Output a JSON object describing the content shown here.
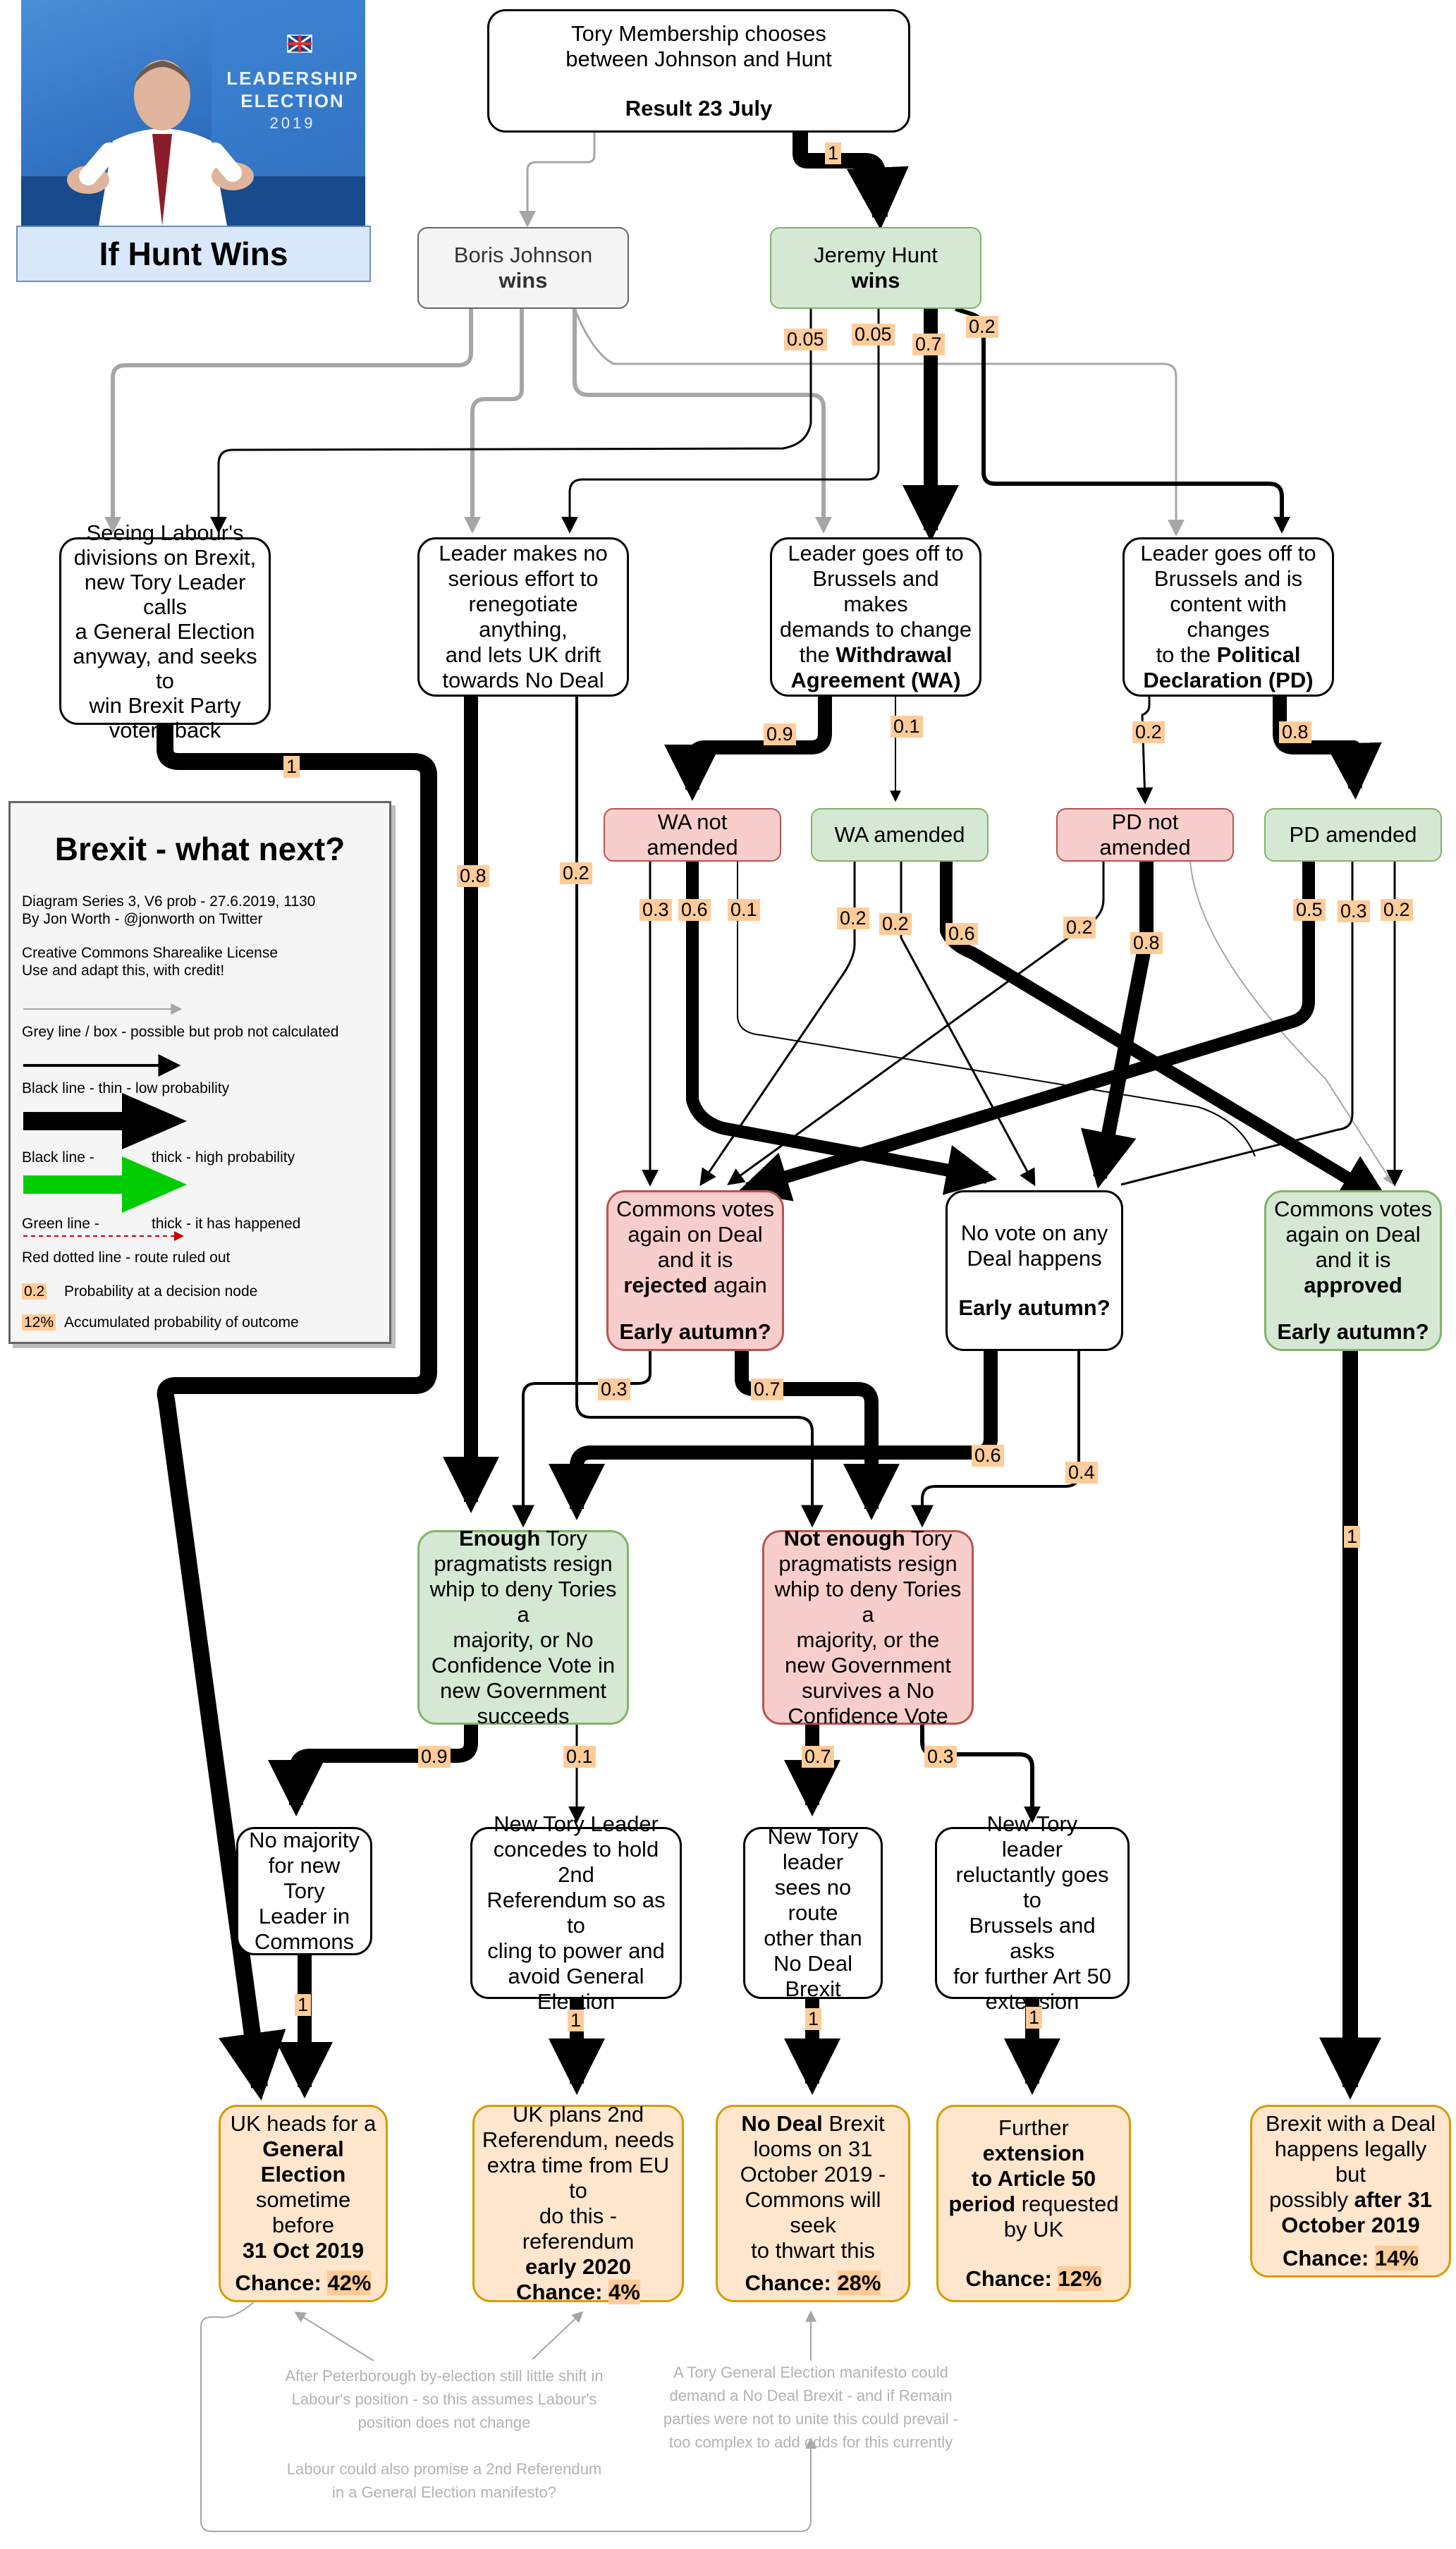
{
  "photo": {
    "sign_line1": "LEADERSHIP",
    "sign_line2": "ELECTION",
    "sign_line3": "2019",
    "caption": "If Hunt Wins"
  },
  "nodes": {
    "top": {
      "l1": "Tory Membership chooses",
      "l2": "between Johnson and Hunt",
      "l3": "Result 23 July"
    },
    "johnson": {
      "l1": "Boris Johnson",
      "l2": "wins"
    },
    "hunt": {
      "l1": "Jeremy Hunt",
      "l2": "wins"
    },
    "labour": {
      "l1": "Seeing Labour's",
      "l2": "divisions on Brexit,",
      "l3": "new Tory Leader calls",
      "l4": "a General Election",
      "l5": "anyway, and seeks to",
      "l6": "win Brexit Party",
      "l7": "voters back"
    },
    "drift": {
      "l1": "Leader makes no",
      "l2": "serious effort to",
      "l3": "renegotiate anything,",
      "l4": "and lets UK drift",
      "l5": "towards No Deal"
    },
    "wa_leader": {
      "l1": "Leader goes off to",
      "l2": "Brussels and makes",
      "l3": "demands to change",
      "l4a": "the ",
      "l4b": "Withdrawal",
      "l5": "Agreement (WA)"
    },
    "pd_leader": {
      "l1": "Leader goes off to",
      "l2": "Brussels and is",
      "l3": "content with changes",
      "l4a": "to the ",
      "l4b": "Political",
      "l5": "Declaration (PD)"
    },
    "wa_not": "WA not amended",
    "wa_amended": "WA amended",
    "pd_not": "PD not amended",
    "pd_amended": "PD amended",
    "rejected": {
      "l1": "Commons votes",
      "l2": "again on Deal",
      "l3": "and it is",
      "l4a": "rejected",
      "l4b": " again",
      "l5": "Early autumn?"
    },
    "novote": {
      "l1": "No vote on any",
      "l2": "Deal happens",
      "l3": "Early autumn?"
    },
    "approved": {
      "l1": "Commons votes",
      "l2": "again on Deal",
      "l3": "and it is",
      "l4": "approved",
      "l5": "Early autumn?"
    },
    "enough": {
      "l1a": "Enough",
      "l1b": " Tory",
      "l2": "pragmatists resign",
      "l3": "whip to deny Tories a",
      "l4": "majority, or No",
      "l5": "Confidence Vote in",
      "l6": "new Government",
      "l7": "succeeds"
    },
    "notenough": {
      "l1a": "Not enough",
      "l1b": " Tory",
      "l2": "pragmatists resign",
      "l3": "whip to deny Tories a",
      "l4": "majority, or the",
      "l5": "new Government",
      "l6": "survives a No",
      "l7": "Confidence Vote"
    },
    "nomajority": {
      "l1": "No majority",
      "l2": "for new Tory",
      "l3": "Leader in",
      "l4": "Commons"
    },
    "concedes": {
      "l1": "New Tory Leader",
      "l2": "concedes to hold 2nd",
      "l3": "Referendum so as to",
      "l4": "cling to power and",
      "l5": "avoid General",
      "l6": "Election"
    },
    "noroute": {
      "l1": "New Tory",
      "l2": "leader",
      "l3": "sees no route",
      "l4": "other than",
      "l5": "No Deal",
      "l6": "Brexit"
    },
    "extension_ask": {
      "l1": "New Tory",
      "l2": "leader",
      "l3": "reluctantly goes to",
      "l4": "Brussels and asks",
      "l5": "for further Art 50",
      "l6": "extension"
    }
  },
  "outcomes": {
    "ge": {
      "l1": "UK heads for a",
      "l2": "General",
      "l3": "Election",
      "l4": "sometime before",
      "l5": "31 Oct 2019",
      "chance_label": "Chance: ",
      "chance": "42%"
    },
    "ref": {
      "l1": "UK plans 2nd",
      "l2": "Referendum, needs",
      "l3": "extra time from EU to",
      "l4": "do this - referendum",
      "l5": "early 2020",
      "chance_label": "Chance: ",
      "chance": "4%"
    },
    "nodeal": {
      "l1a": "No Deal",
      "l1b": " Brexit",
      "l2": "looms on 31",
      "l3": "October 2019 -",
      "l4": "Commons will seek",
      "l5": "to thwart this",
      "chance_label": "Chance: ",
      "chance": "28%"
    },
    "ext": {
      "l1a": "Further ",
      "l1b": "extension",
      "l2": "to Article 50",
      "l3a": "period",
      "l3b": " requested",
      "l4": "by UK",
      "chance_label": "Chance: ",
      "chance": "12%"
    },
    "deal": {
      "l1": "Brexit with a Deal",
      "l2": "happens legally but",
      "l3a": "possibly ",
      "l3b": "after 31",
      "l4": "October 2019",
      "chance_label": "Chance: ",
      "chance": "14%"
    }
  },
  "probs": {
    "p_top": "1",
    "p_j1": "0.05",
    "p_j2": "0.05",
    "p_h_wa": "0.7",
    "p_h_pd": "0.2",
    "p_lab": "1",
    "p_drift_enough": "0.8",
    "p_drift_notenough": "0.2",
    "p_wa_not": "0.9",
    "p_wa_am": "0.1",
    "p_pd_not": "0.2",
    "p_pd_am": "0.8",
    "p_wan_rej": "0.3",
    "p_wan_nov": "0.6",
    "p_wan_app": "0.1",
    "p_waa_rej": "0.2",
    "p_waa_nov": "0.2",
    "p_waa_app": "0.6",
    "p_pdn_rej": "0.2",
    "p_pdn_nov": "0.8",
    "p_pda_rej": "0.5",
    "p_pda_nov": "0.3",
    "p_pda_app": "0.2",
    "p_rej_enough": "0.3",
    "p_rej_notenough": "0.7",
    "p_nov_enough": "0.6",
    "p_nov_notenough": "0.4",
    "p_app_deal": "1",
    "p_en_nomaj": "0.9",
    "p_en_conc": "0.1",
    "p_ne_noroute": "0.7",
    "p_ne_ext": "0.3",
    "p_nomaj": "1",
    "p_conc": "1",
    "p_noroute": "1",
    "p_ext": "1"
  },
  "legend": {
    "title": "Brexit - what next?",
    "l1": "Diagram Series 3, V6 prob - 27.6.2019, 1130",
    "l2": "By Jon Worth - @jonworth on Twitter",
    "l3": "Creative Commons Sharealike License",
    "l4": "Use and adapt this, with credit!",
    "grey": "Grey line / box - possible but prob not calculated",
    "thin_a": "Black line - thin - low probability",
    "thick_a": "Black line -",
    "thick_b": "thick - high probability",
    "green_a": "Green line -",
    "green_b": "thick - it has happened",
    "red": "Red dotted line - route ruled out",
    "prob_sample": "0.2",
    "prob_text": "Probability at a decision node",
    "acc_sample": "12%",
    "acc_text": "Accumulated probability of outcome"
  },
  "notes": {
    "n1": "After Peterborough by-election still little shift in",
    "n2": "Labour's position - so this assumes Labour's",
    "n3": "position does not change",
    "n4": "Labour could also promise a 2nd Referendum",
    "n5": "in a General Election manifesto?",
    "m1": "A Tory General Election manifesto could",
    "m2": "demand a No Deal Brexit - and if Remain",
    "m3": "parties were not to unite this could prevail -",
    "m4": "too complex to add odds for this currently"
  }
}
